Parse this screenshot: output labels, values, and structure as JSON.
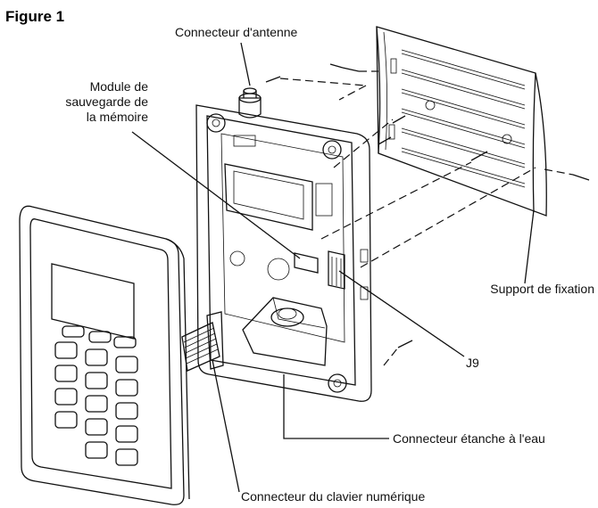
{
  "figure": {
    "title": "Figure 1",
    "labels": {
      "antenna": "Connecteur d'antenne",
      "module_l1": "Module de",
      "module_l2": "sauvegarde de",
      "module_l3": "la mémoire",
      "bracket": "Support de fixation",
      "j9": "J9",
      "waterproof": "Connecteur étanche à l'eau",
      "keypad": "Connecteur du clavier numérique"
    }
  }
}
